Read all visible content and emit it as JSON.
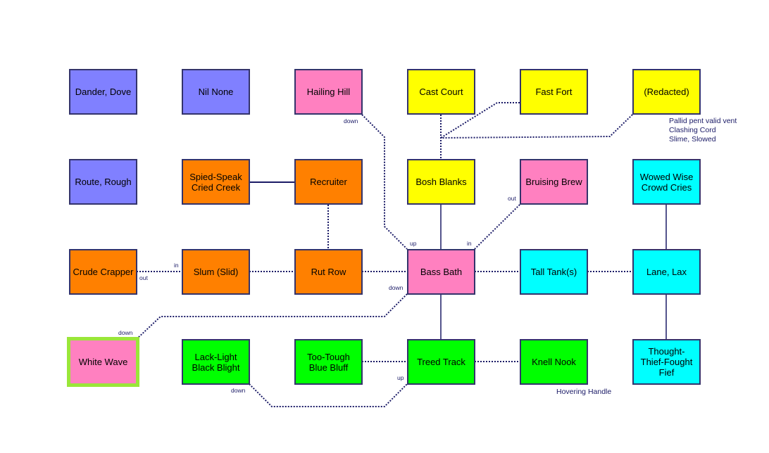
{
  "colors": {
    "blue": "#8080ff",
    "pink": "#ff80c0",
    "yellow": "#ffff00",
    "orange": "#ff8000",
    "cyan": "#00ffff",
    "green": "#00ff00",
    "border": "#33336b",
    "edge": "#1a1a66",
    "selection": "#9ae639"
  },
  "rooms": {
    "dander_dove": "Dander, Dove",
    "nil_none": "Nil None",
    "hailing_hill": "Hailing Hill",
    "cast_court": "Cast Court",
    "fast_fort": "Fast Fort",
    "redacted": "(Redacted)",
    "route_rough": "Route, Rough",
    "spied_speak": "Spied-Speak\nCried Creek",
    "recruiter": "Recruiter",
    "bosh_blanks": "Bosh Blanks",
    "bruising_brew": "Bruising Brew",
    "wowed_wise": "Wowed Wise\nCrowd Cries",
    "crude_crapper": "Crude Crapper",
    "slum_slid": "Slum (Slid)",
    "rut_row": "Rut Row",
    "bass_bath": "Bass Bath",
    "tall_tanks": "Tall Tank(s)",
    "lane_lax": "Lane, Lax",
    "white_wave": "White Wave",
    "lack_light": "Lack-Light\nBlack Blight",
    "too_tough": "Too-Tough\nBlue Bluff",
    "treed_track": "Treed Track",
    "knell_nook": "Knell Nook",
    "thought_thief": "Thought-\nThief-Fought\nFief"
  },
  "exit_labels": {
    "hailing_down": "down",
    "bass_up": "up",
    "bass_in": "in",
    "bruising_out": "out",
    "crude_out": "out",
    "slum_in": "in",
    "bass_down": "down",
    "white_down": "down",
    "lack_down": "down",
    "treed_up": "up"
  },
  "notes": {
    "redacted_note": "Pallid pent valid vent\nClashing Cord\nSlime, Slowed",
    "knell_note": "Hovering Handle"
  }
}
